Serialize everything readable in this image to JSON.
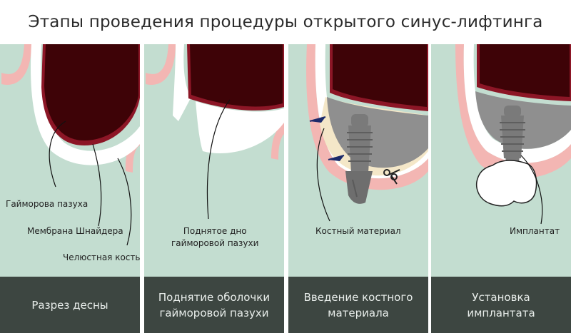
{
  "title": "Этапы проведения процедуры открытого синус-лифтинга",
  "colors": {
    "background": "#c3ddd0",
    "sinus": "#3e0307",
    "sinus_rim": "#8c1626",
    "membrane": "#ffffff",
    "gum": "#f3b6b3",
    "bone_graft": "#f4e7c8",
    "implant": "#8f8f8f",
    "caption_bar": "#3d4641",
    "caption_text": "#e9eeeb"
  },
  "panels": [
    {
      "labels": {
        "sinus": "Гайморова пазуха",
        "membrane": "Мембрана Шнайдера",
        "jaw_bone": "Челюстная кость"
      },
      "caption": "Разрез десны"
    },
    {
      "labels": {
        "lifted_floor": "Поднятое дно\nгайморовой пазухи"
      },
      "caption": "Поднятие оболочки\nгайморовой пазухи"
    },
    {
      "labels": {
        "bone_material": "Костный материал"
      },
      "caption": "Введение костного\nматериала"
    },
    {
      "labels": {
        "implant": "Имплантат"
      },
      "caption": "Установка имплантата"
    }
  ]
}
